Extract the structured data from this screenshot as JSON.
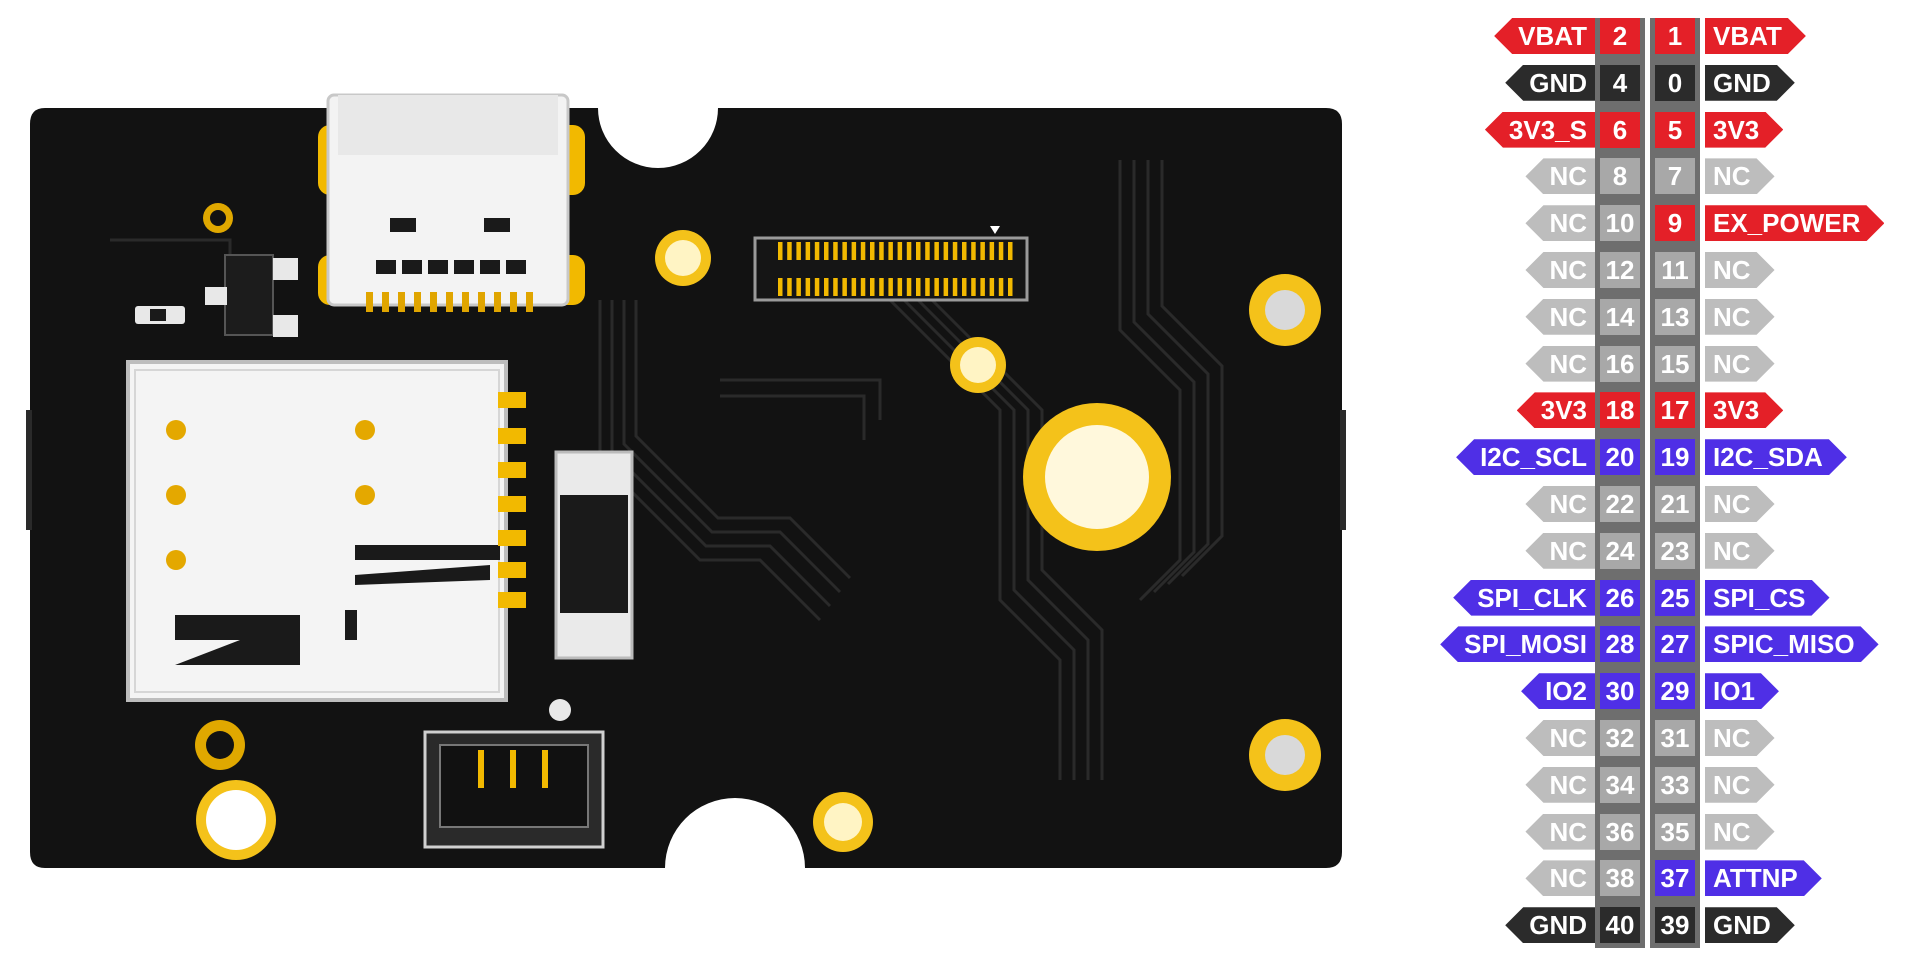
{
  "colors": {
    "power": "#e42028",
    "ground": "#2b2b2b",
    "nc": "#bdbdbd",
    "nc_num": "#a8a8a8",
    "signal": "#4f2fe6",
    "strip": "#6e6e6e",
    "board": "#121212",
    "gold": "#f4c21a"
  },
  "pinout": {
    "rows": [
      {
        "left_label": "VBAT",
        "left_pin": "2",
        "right_pin": "1",
        "right_label": "VBAT",
        "left_type": "power",
        "right_type": "power"
      },
      {
        "left_label": "GND",
        "left_pin": "4",
        "right_pin": "0",
        "right_label": "GND",
        "left_type": "ground",
        "right_type": "ground"
      },
      {
        "left_label": "3V3_S",
        "left_pin": "6",
        "right_pin": "5",
        "right_label": "3V3",
        "left_type": "power",
        "right_type": "power"
      },
      {
        "left_label": "NC",
        "left_pin": "8",
        "right_pin": "7",
        "right_label": "NC",
        "left_type": "nc",
        "right_type": "nc"
      },
      {
        "left_label": "NC",
        "left_pin": "10",
        "right_pin": "9",
        "right_label": "EX_POWER",
        "left_type": "nc",
        "right_type": "power"
      },
      {
        "left_label": "NC",
        "left_pin": "12",
        "right_pin": "11",
        "right_label": "NC",
        "left_type": "nc",
        "right_type": "nc"
      },
      {
        "left_label": "NC",
        "left_pin": "14",
        "right_pin": "13",
        "right_label": "NC",
        "left_type": "nc",
        "right_type": "nc"
      },
      {
        "left_label": "NC",
        "left_pin": "16",
        "right_pin": "15",
        "right_label": "NC",
        "left_type": "nc",
        "right_type": "nc"
      },
      {
        "left_label": "3V3",
        "left_pin": "18",
        "right_pin": "17",
        "right_label": "3V3",
        "left_type": "power",
        "right_type": "power"
      },
      {
        "left_label": "I2C_SCL",
        "left_pin": "20",
        "right_pin": "19",
        "right_label": "I2C_SDA",
        "left_type": "signal",
        "right_type": "signal"
      },
      {
        "left_label": "NC",
        "left_pin": "22",
        "right_pin": "21",
        "right_label": "NC",
        "left_type": "nc",
        "right_type": "nc"
      },
      {
        "left_label": "NC",
        "left_pin": "24",
        "right_pin": "23",
        "right_label": "NC",
        "left_type": "nc",
        "right_type": "nc"
      },
      {
        "left_label": "SPI_CLK",
        "left_pin": "26",
        "right_pin": "25",
        "right_label": "SPI_CS",
        "left_type": "signal",
        "right_type": "signal"
      },
      {
        "left_label": "SPI_MOSI",
        "left_pin": "28",
        "right_pin": "27",
        "right_label": "SPIC_MISO",
        "left_type": "signal",
        "right_type": "signal"
      },
      {
        "left_label": "IO2",
        "left_pin": "30",
        "right_pin": "29",
        "right_label": "IO1",
        "left_type": "signal",
        "right_type": "signal"
      },
      {
        "left_label": "NC",
        "left_pin": "32",
        "right_pin": "31",
        "right_label": "NC",
        "left_type": "nc",
        "right_type": "nc"
      },
      {
        "left_label": "NC",
        "left_pin": "34",
        "right_pin": "33",
        "right_label": "NC",
        "left_type": "nc",
        "right_type": "nc"
      },
      {
        "left_label": "NC",
        "left_pin": "36",
        "right_pin": "35",
        "right_label": "NC",
        "left_type": "nc",
        "right_type": "nc"
      },
      {
        "left_label": "NC",
        "left_pin": "38",
        "right_pin": "37",
        "right_label": "ATTNP",
        "left_type": "nc",
        "right_type": "signal"
      },
      {
        "left_label": "GND",
        "left_pin": "40",
        "right_pin": "39",
        "right_label": "GND",
        "left_type": "ground",
        "right_type": "ground"
      }
    ]
  }
}
